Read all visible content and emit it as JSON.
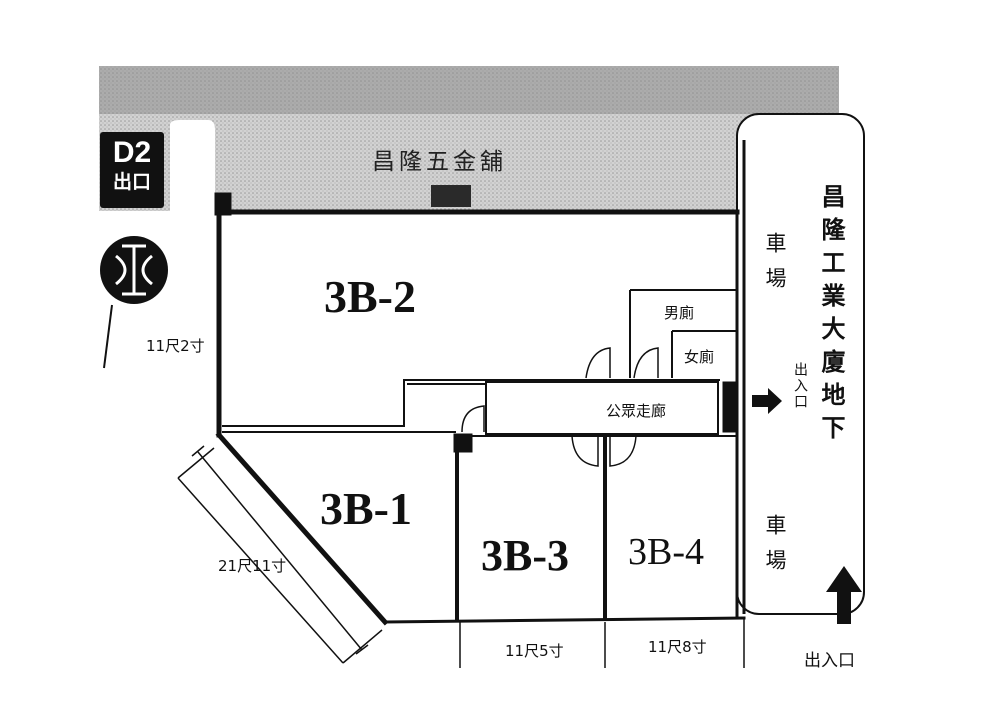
{
  "shop_name": "昌隆五金舖",
  "building_name": "昌隆工業大廈地下",
  "exit_sign": {
    "line1": "D2",
    "line2": "出口"
  },
  "units": {
    "u2": "3B-2",
    "u1": "3B-1",
    "u3": "3B-3",
    "u4": "3B-4"
  },
  "rooms": {
    "male_toilet": "男廁",
    "female_toilet": "女廁",
    "corridor": "公眾走廊"
  },
  "parking": {
    "upper": "車場",
    "lower": "車場"
  },
  "entrance_side": "出入口",
  "entrance_bottom": "出入口",
  "dimensions": {
    "left": "11尺2寸",
    "diagonal": "21尺11寸",
    "unit3_width": "11尺5寸",
    "unit4_width": "11尺8寸"
  },
  "colors": {
    "ink": "#111111",
    "shade": "#c9c9c9",
    "paper": "#ffffff"
  }
}
